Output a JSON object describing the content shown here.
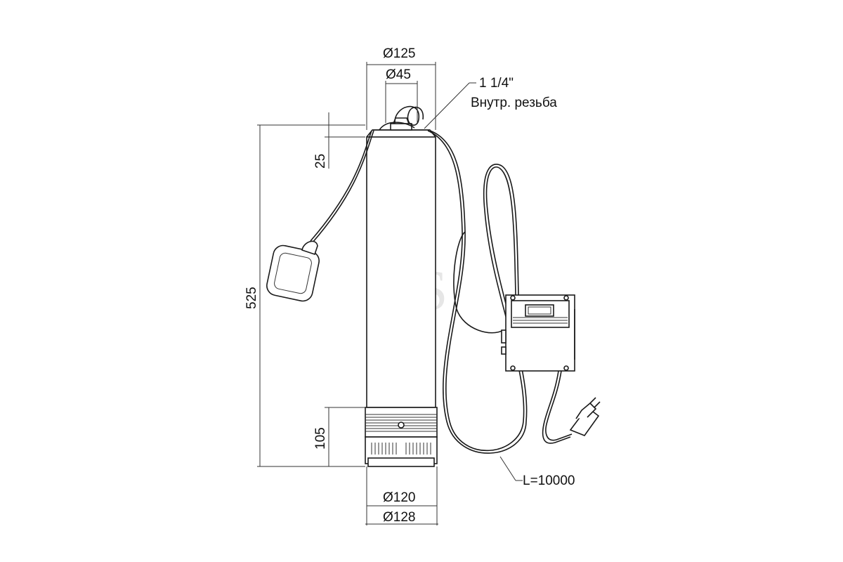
{
  "dimensions": {
    "top_outer_diameter": "Ø125",
    "top_inner_diameter": "Ø45",
    "thread_size": "1 1/4\"",
    "thread_note": "Внутр. резьба",
    "head_height": "25",
    "total_height": "525",
    "inlet_height": "105",
    "bottom_inner_diameter": "Ø120",
    "bottom_outer_diameter": "Ø128",
    "cable_length": "L=10000"
  },
  "watermark": "AS",
  "colors": {
    "line": "#1a1a1a",
    "watermark": "#e6e6e6"
  }
}
